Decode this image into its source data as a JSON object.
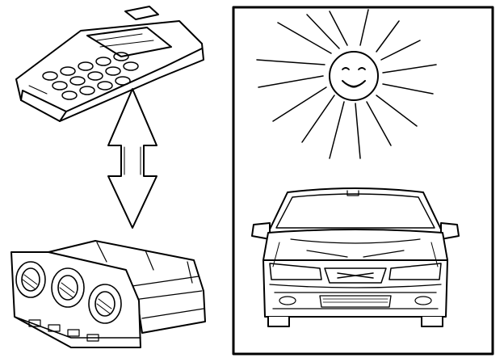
{
  "figure": {
    "background": "#ffffff",
    "ink": "#000000",
    "components": {
      "left": [
        "tester-handset-illustration",
        "double-arrow",
        "climate-control-panel-illustration"
      ],
      "right": [
        "framed-panel",
        "smiling-sun-illustration",
        "car-front-illustration"
      ]
    }
  }
}
